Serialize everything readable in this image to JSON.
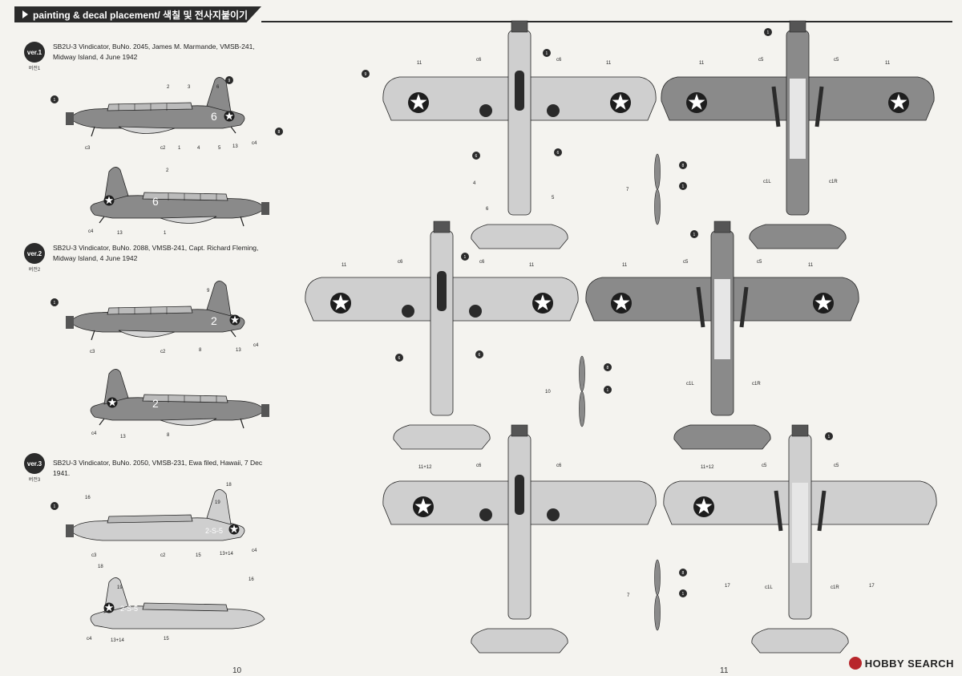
{
  "header": {
    "title": "painting & decal placement/ 색칠 및 전사지붙이기"
  },
  "versions": [
    {
      "badge": "ver.1",
      "sub": "버전1",
      "caption": "SB2U-3 Vindicator, BuNo. 2045, James M. Marmande, VMSB-241, Midway Island, 4 June 1942",
      "fuselage_code": "6"
    },
    {
      "badge": "ver.2",
      "sub": "버전2",
      "caption": "SB2U-3 Vindicator, BuNo. 2088, VMSB-241, Capt. Richard Fleming, Midway Island, 4 June 1942",
      "fuselage_code": "2"
    },
    {
      "badge": "ver.3",
      "sub": "버전3",
      "caption": "SB2U-3 Vindicator, BuNo. 2050, VMSB-231, Ewa filed, Hawaii, 7 Dec 1941.",
      "fuselage_code": "2-S-5"
    }
  ],
  "callouts": {
    "c1L": "c1L",
    "c1R": "c1R",
    "c2": "c2",
    "c3": "c3",
    "c4": "c4",
    "c5": "c5",
    "c6": "c6",
    "n1": "1",
    "n2": "2",
    "n3": "3",
    "n4": "4",
    "n5": "5",
    "n6": "6",
    "n7": "7",
    "n8": "8",
    "n9": "9",
    "n10": "10",
    "n11": "11",
    "n11p12": "11+12",
    "n13": "13",
    "n13p14": "13+14",
    "n15": "15",
    "n16": "16",
    "n17": "17",
    "n18": "18",
    "n19": "19"
  },
  "markers": {
    "m1": "1",
    "m4": "4",
    "m6": "6",
    "m7": "7",
    "m8": "8",
    "m9": "9",
    "m10": "10"
  },
  "page_numbers": {
    "left": "10",
    "right": "11"
  },
  "watermark": "HOBBY SEARCH",
  "colors": {
    "dark": "#2b2b2b",
    "gray_top": "#8a8a8a",
    "gray_light": "#cfcfcf",
    "white": "#ffffff"
  }
}
